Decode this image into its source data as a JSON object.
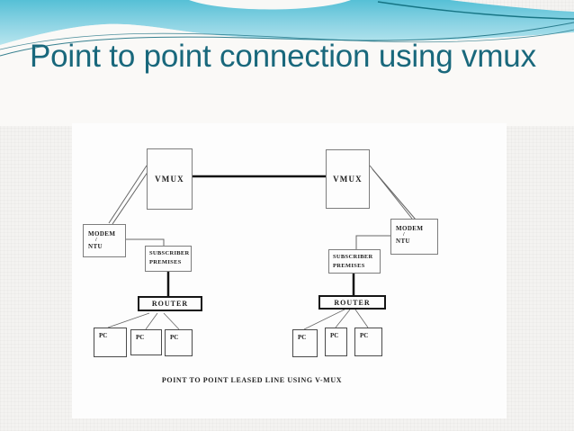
{
  "slide": {
    "title": "Point to point connection using vmux"
  },
  "diagram": {
    "caption": "POINT TO POINT LEASED LINE USING V-MUX",
    "nodes": {
      "vmux_left": "VMUX",
      "vmux_right": "VMUX",
      "modem_left": {
        "line1": "MODEM",
        "line2": "/",
        "line3": "NTU"
      },
      "modem_right": {
        "line1": "MODEM",
        "line2": "/",
        "line3": "NTU"
      },
      "subscriber_left": {
        "line1": "SUBSCRIBER",
        "line2": "PREMISES"
      },
      "subscriber_right": {
        "line1": "SUBSCRIBER",
        "line2": "PREMISES"
      },
      "router_left": "ROUTER",
      "router_right": "ROUTER",
      "pc_labels": [
        "PC",
        "PC",
        "PC",
        "PC",
        "PC",
        "PC"
      ]
    }
  },
  "colors": {
    "title_text": "#19687c",
    "band_top": "#56c0d6",
    "band_bottom": "#b7e5ee",
    "wave_line": "#146b7d",
    "diagram_line": "#555555",
    "thick_line": "#111111",
    "box_border": "#7d7d7d"
  }
}
